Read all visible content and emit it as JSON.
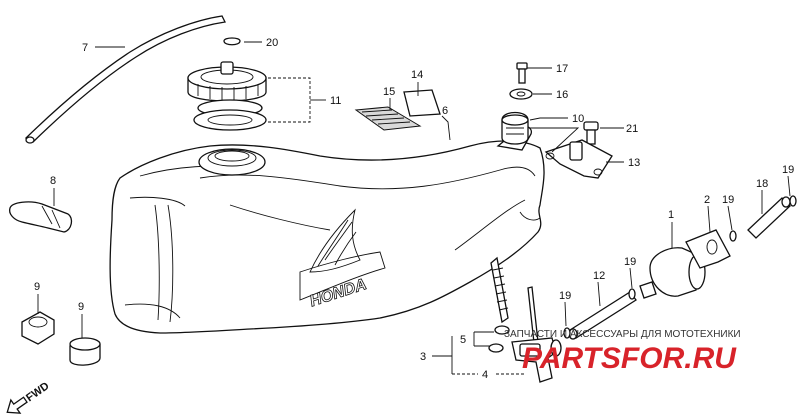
{
  "diagram": {
    "part_numbers": {
      "p1": "1",
      "p2": "2",
      "p3": "3",
      "p4": "4",
      "p5": "5",
      "p6": "6",
      "p7": "7",
      "p8": "8",
      "p9a": "9",
      "p9b": "9",
      "p10": "10",
      "p11": "11",
      "p12": "12",
      "p13": "13",
      "p14": "14",
      "p15": "15",
      "p16": "16",
      "p17": "17",
      "p18": "18",
      "p19a": "19",
      "p19b": "19",
      "p19c": "19",
      "p20": "20",
      "p21": "21"
    },
    "tank_brand": "HONDA",
    "fwd_marker": "FWD"
  },
  "watermark": {
    "caption": "ЗАПЧАСТИ И АКСЕССУАРЫ ДЛЯ МОТОТЕХНИКИ",
    "brand": "PARTSFOR.RU",
    "brand_color": "#d8232a"
  }
}
